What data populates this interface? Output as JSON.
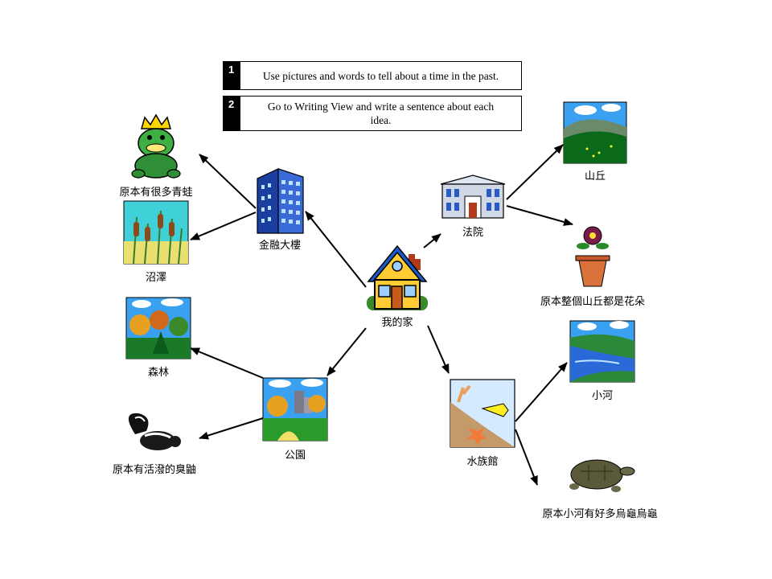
{
  "steps": [
    {
      "number": "1",
      "text": "Use pictures and words to tell about a time in the past."
    },
    {
      "number": "2",
      "text": "Go to Writing View and write a sentence about each idea."
    }
  ],
  "nodes": {
    "home": "我的家",
    "bank_building": "金融大樓",
    "frogs_note": "原本有很多青蛙",
    "marsh": "沼澤",
    "courthouse": "法院",
    "hill": "山丘",
    "flowers_note": "原本整個山丘都是花朵",
    "forest": "森林",
    "park": "公園",
    "skunk_note": "原本有活潑的臭鼬",
    "aquarium": "水族館",
    "river": "小河",
    "turtles_note": "原本小河有好多烏龜烏龜"
  },
  "icons": {
    "home": "house-icon",
    "bank_building": "office-tower-icon",
    "frogs_note": "frog-prince-icon",
    "marsh": "cattail-marsh-icon",
    "courthouse": "courthouse-icon",
    "hill": "hill-landscape-icon",
    "flowers_note": "flower-pot-icon",
    "forest": "forest-icon",
    "park": "park-icon",
    "skunk_note": "skunk-icon",
    "aquarium": "aquarium-icon",
    "river": "river-icon",
    "turtles_note": "turtle-icon"
  }
}
